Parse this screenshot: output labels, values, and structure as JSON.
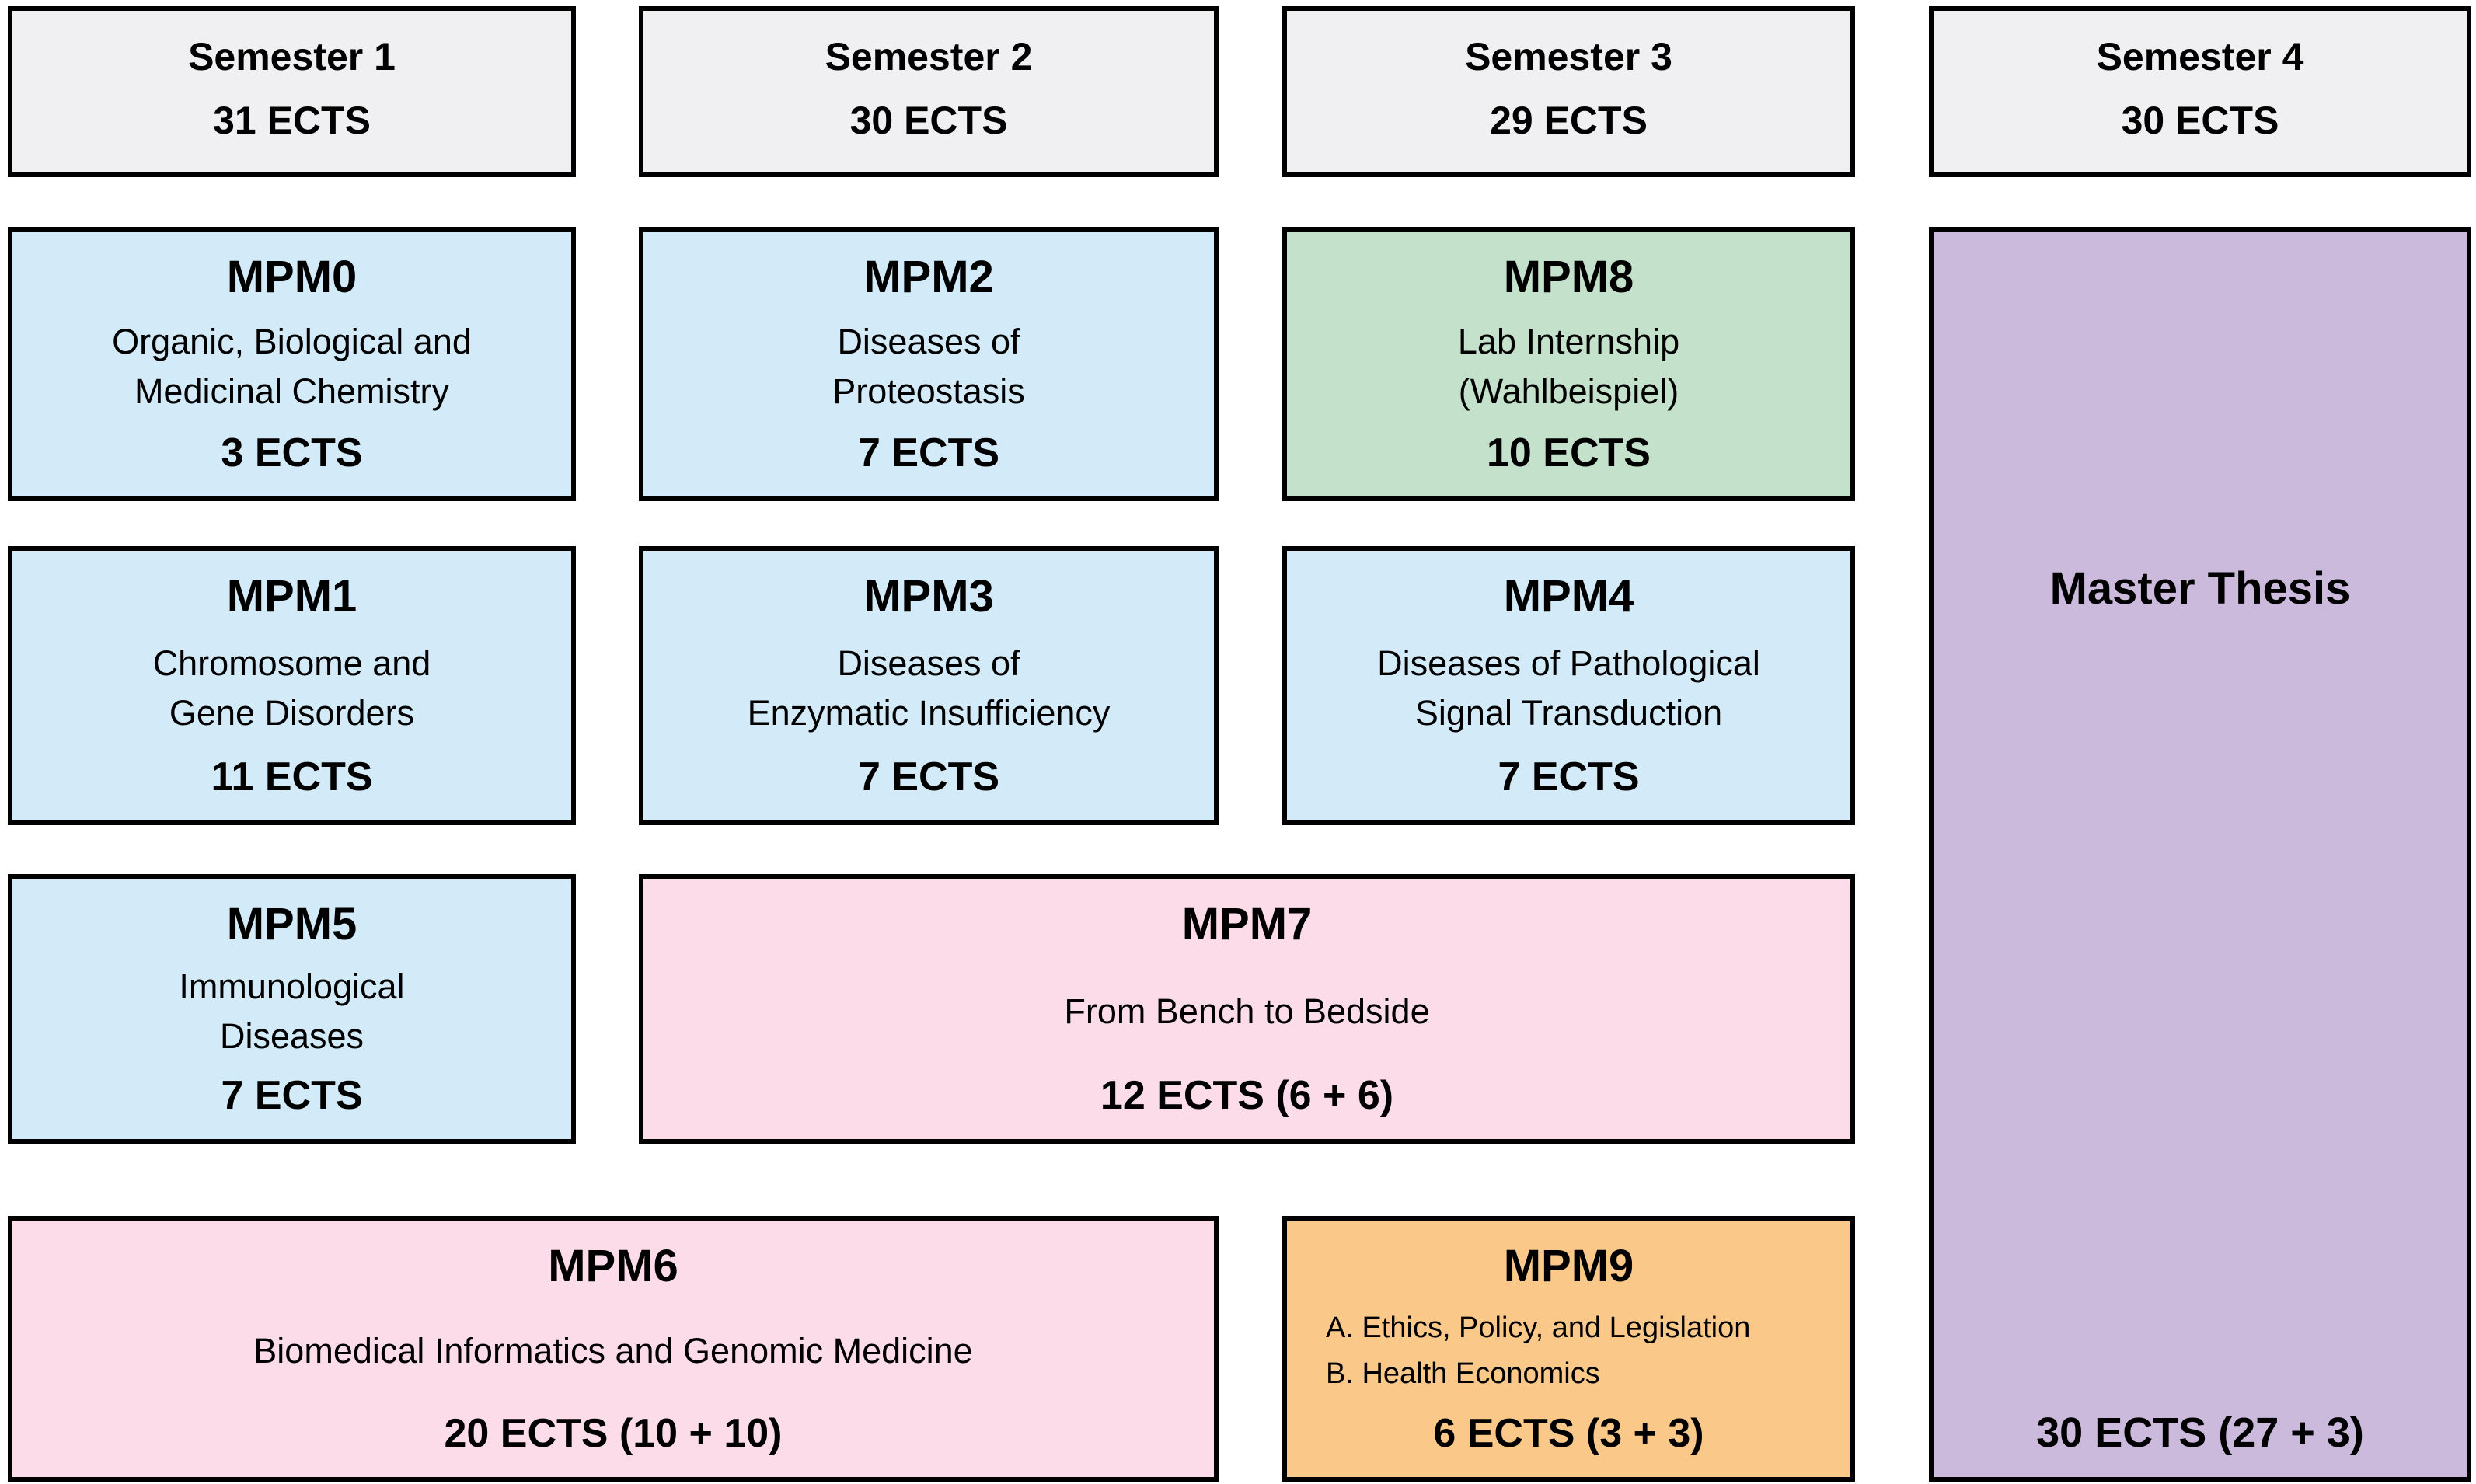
{
  "colors": {
    "background": "#ffffff",
    "border": "#000000",
    "semester_header_fill": "#f0eff1",
    "core_module_fill": "#d3ebf9",
    "lab_internship_fill": "#c4e1cb",
    "longitudinal_module_fill": "#fbdce8",
    "elective_module_fill": "#fac98a",
    "master_thesis_fill": "#ccbadc"
  },
  "semesters": [
    {
      "label": "Semester 1",
      "ects": "31 ECTS"
    },
    {
      "label": "Semester 2",
      "ects": "30 ECTS"
    },
    {
      "label": "Semester 3",
      "ects": "29 ECTS"
    },
    {
      "label": "Semester 4",
      "ects": "30 ECTS"
    }
  ],
  "modules": [
    {
      "code": "MPM0",
      "lines": [
        "Organic, Biological and",
        "Medicinal Chemistry"
      ],
      "ects": "3 ECTS"
    },
    {
      "code": "MPM2",
      "lines": [
        "Diseases of",
        "Proteostasis"
      ],
      "ects": "7 ECTS"
    },
    {
      "code": "MPM8",
      "lines": [
        "Lab Internship",
        "(Wahlbeispiel)"
      ],
      "ects": "10 ECTS"
    },
    {
      "code": "MPM1",
      "lines": [
        "Chromosome and",
        "Gene Disorders"
      ],
      "ects": "11 ECTS"
    },
    {
      "code": "MPM3",
      "lines": [
        "Diseases of",
        "Enzymatic Insufficiency"
      ],
      "ects": "7 ECTS"
    },
    {
      "code": "MPM4",
      "lines": [
        "Diseases of Pathological",
        "Signal Transduction"
      ],
      "ects": "7 ECTS"
    },
    {
      "code": "MPM5",
      "lines": [
        "Immunological",
        "Diseases"
      ],
      "ects": "7 ECTS"
    },
    {
      "code": "MPM7",
      "lines": [
        "From Bench to Bedside"
      ],
      "ects": "12 ECTS (6 + 6)"
    },
    {
      "code": "MPM6",
      "lines": [
        "Biomedical Informatics and Genomic Medicine"
      ],
      "ects": "20 ECTS (10 + 10)"
    },
    {
      "code": "MPM9",
      "lines": [
        "A. Ethics, Policy, and Legislation",
        "B. Health Economics"
      ],
      "ects": "6 ECTS (3 + 3)"
    }
  ],
  "thesis": {
    "title": "Master Thesis",
    "ects": "30 ECTS (27 + 3)"
  }
}
